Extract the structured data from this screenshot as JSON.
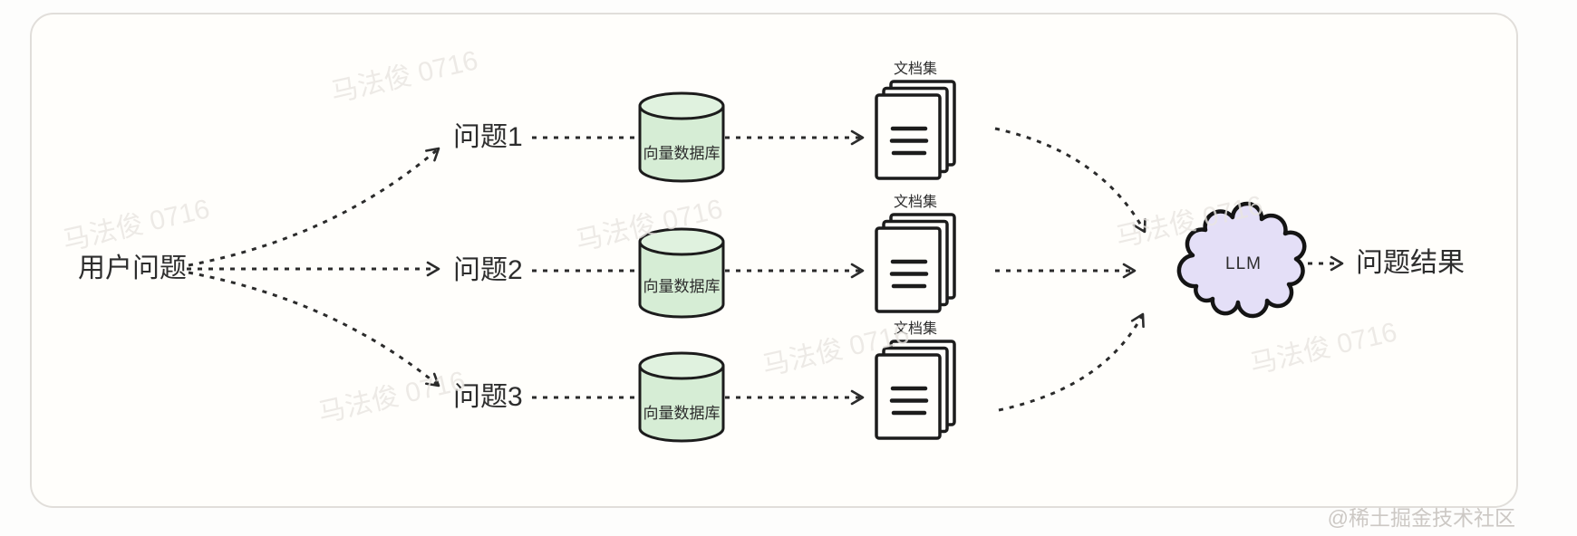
{
  "diagram": {
    "source": {
      "label": "用户问题"
    },
    "rows": [
      {
        "question": "问题1",
        "db_label": "向量数据库",
        "docs_label": "文档集"
      },
      {
        "question": "问题2",
        "db_label": "向量数据库",
        "docs_label": "文档集"
      },
      {
        "question": "问题3",
        "db_label": "向量数据库",
        "docs_label": "文档集"
      }
    ],
    "llm": {
      "label": "LLM"
    },
    "result": {
      "label": "问题结果"
    }
  },
  "watermark": {
    "author": "马法俊 0716",
    "community": "@稀土掘金技术社区"
  },
  "colors": {
    "db_fill": "#d6edd5",
    "db_top_fill": "#e0f2df",
    "cloud_fill": "#e4dff7",
    "line": "#2b2b2b",
    "panel_border": "#e1deda"
  }
}
